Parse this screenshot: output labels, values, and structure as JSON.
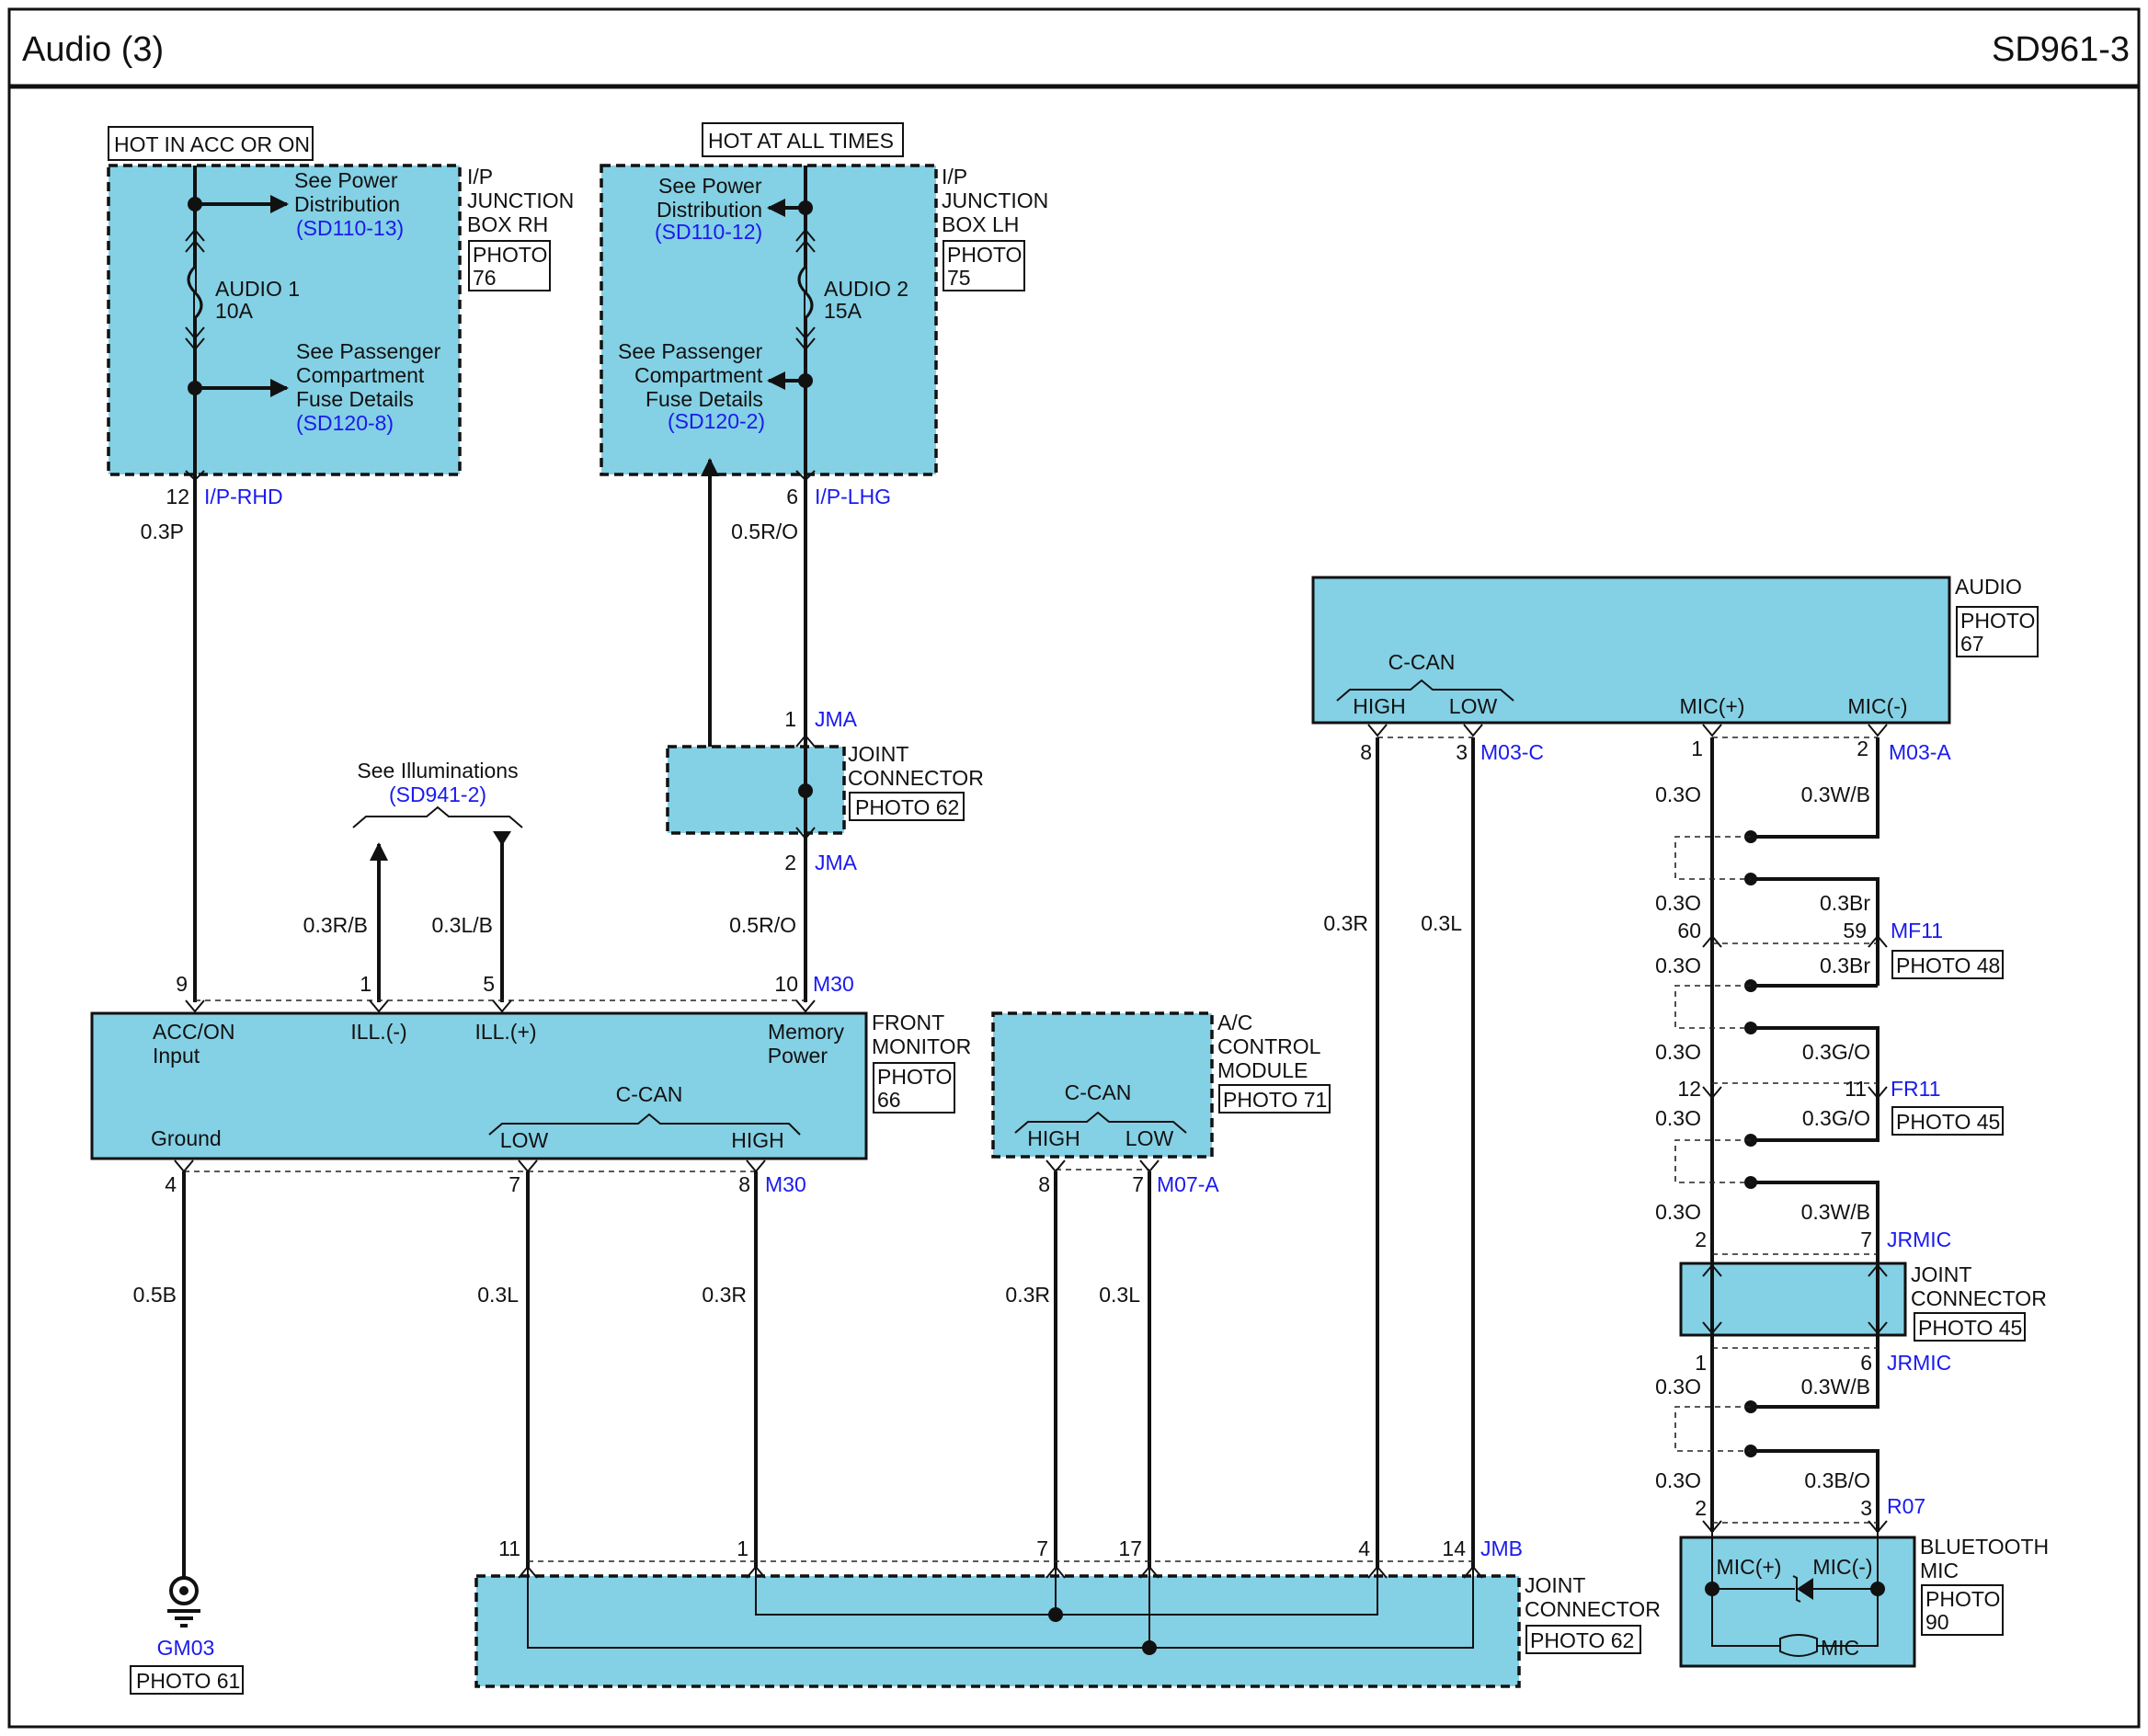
{
  "header": {
    "title": "Audio (3)",
    "code": "SD961-3"
  },
  "power": {
    "hot_acc": "HOT IN ACC OR ON",
    "hot_all": "HOT AT ALL TIMES",
    "jb_rh": {
      "name_lines": [
        "I/P",
        "JUNCTION",
        "BOX RH"
      ],
      "photo_lines": [
        "PHOTO",
        "76"
      ],
      "see_power": [
        "See Power",
        "Distribution"
      ],
      "see_power_ref": "(SD110-13)",
      "fuse_lines": [
        "AUDIO 1",
        "10A"
      ],
      "see_pass": [
        "See Passenger",
        "Compartment",
        "Fuse Details"
      ],
      "see_pass_ref": "(SD120-8)",
      "pin": "12",
      "connector": "I/P-RHD",
      "wire": "0.3P"
    },
    "jb_lh": {
      "name_lines": [
        "I/P",
        "JUNCTION",
        "BOX LH"
      ],
      "photo_lines": [
        "PHOTO",
        "75"
      ],
      "see_power": [
        "See Power",
        "Distribution"
      ],
      "see_power_ref": "(SD110-12)",
      "fuse_lines": [
        "AUDIO 2",
        "15A"
      ],
      "see_pass": [
        "See Passenger",
        "Compartment",
        "Fuse Details"
      ],
      "see_pass_ref": "(SD120-2)",
      "pin": "6",
      "connector": "I/P-LHG",
      "wire": "0.5R/O"
    }
  },
  "jma": {
    "name_lines": [
      "JOINT",
      "CONNECTOR"
    ],
    "photo": "PHOTO 62",
    "pin_top": "1",
    "pin_bottom": "2",
    "connector": "JMA",
    "wire_bottom": "0.5R/O"
  },
  "illum": {
    "see": "See Illuminations",
    "ref": "(SD941-2)",
    "wire1": "0.3R/B",
    "wire2": "0.3L/B"
  },
  "front_monitor": {
    "name_lines": [
      "FRONT",
      "MONITOR"
    ],
    "photo_lines": [
      "PHOTO",
      "66"
    ],
    "top_pins": [
      "9",
      "1",
      "5",
      "10"
    ],
    "top_connector": "M30",
    "acc_lines": [
      "ACC/ON",
      "Input"
    ],
    "ill_minus": "ILL.(-)",
    "ill_plus": "ILL.(+)",
    "mem_lines": [
      "Memory",
      "Power"
    ],
    "ccan": "C-CAN",
    "low": "LOW",
    "high": "HIGH",
    "ground": "Ground",
    "bottom_pins": [
      "4",
      "7",
      "8"
    ],
    "bottom_connector": "M30",
    "wires": [
      "0.5B",
      "0.3L",
      "0.3R"
    ]
  },
  "ground": {
    "name": "GM03",
    "photo": "PHOTO 61"
  },
  "ac_module": {
    "name_lines": [
      "A/C",
      "CONTROL",
      "MODULE"
    ],
    "photo": "PHOTO 71",
    "ccan": "C-CAN",
    "high": "HIGH",
    "low": "LOW",
    "pins": [
      "8",
      "7"
    ],
    "connector": "M07-A",
    "wires": [
      "0.3R",
      "0.3L"
    ]
  },
  "audio": {
    "name": "AUDIO",
    "photo_lines": [
      "PHOTO",
      "67"
    ],
    "ccan": "C-CAN",
    "high": "HIGH",
    "low": "LOW",
    "mic_plus": "MIC(+)",
    "mic_minus": "MIC(-)",
    "can_pins": [
      "8",
      "3"
    ],
    "can_connector": "M03-C",
    "can_wires": [
      "0.3R",
      "0.3L"
    ],
    "mic_pins": [
      "1",
      "2"
    ],
    "mic_connector": "M03-A"
  },
  "mic_wiring": {
    "w1": [
      "0.3O",
      "0.3W/B"
    ],
    "w2": [
      "0.3O",
      "0.3Br"
    ],
    "mf11_pins": [
      "60",
      "59"
    ],
    "mf11": "MF11",
    "mf11_photo": "PHOTO 48",
    "w3": [
      "0.3O",
      "0.3Br"
    ],
    "w4": [
      "0.3O",
      "0.3G/O"
    ],
    "fr11_pins": [
      "12",
      "11"
    ],
    "fr11": "FR11",
    "fr11_photo": "PHOTO 45",
    "w5": [
      "0.3O",
      "0.3G/O"
    ],
    "w6": [
      "0.3O",
      "0.3W/B"
    ],
    "jrmic_top_pins": [
      "2",
      "7"
    ],
    "jrmic": "JRMIC",
    "jrmic_name_lines": [
      "JOINT",
      "CONNECTOR"
    ],
    "jrmic_photo": "PHOTO 45",
    "jrmic_bottom_pins": [
      "1",
      "6"
    ],
    "w7": [
      "0.3O",
      "0.3W/B"
    ],
    "w8": [
      "0.3O",
      "0.3B/O"
    ],
    "r07_pins": [
      "2",
      "3"
    ],
    "r07": "R07"
  },
  "bt_mic": {
    "name_lines": [
      "BLUETOOTH",
      "MIC"
    ],
    "photo_lines": [
      "PHOTO",
      "90"
    ],
    "mic_plus": "MIC(+)",
    "mic_minus": "MIC(-)",
    "mic": "MIC"
  },
  "jmb": {
    "name_lines": [
      "JOINT",
      "CONNECTOR"
    ],
    "photo": "PHOTO 62",
    "pins": [
      "11",
      "1",
      "7",
      "17",
      "4",
      "14"
    ],
    "connector": "JMB"
  }
}
